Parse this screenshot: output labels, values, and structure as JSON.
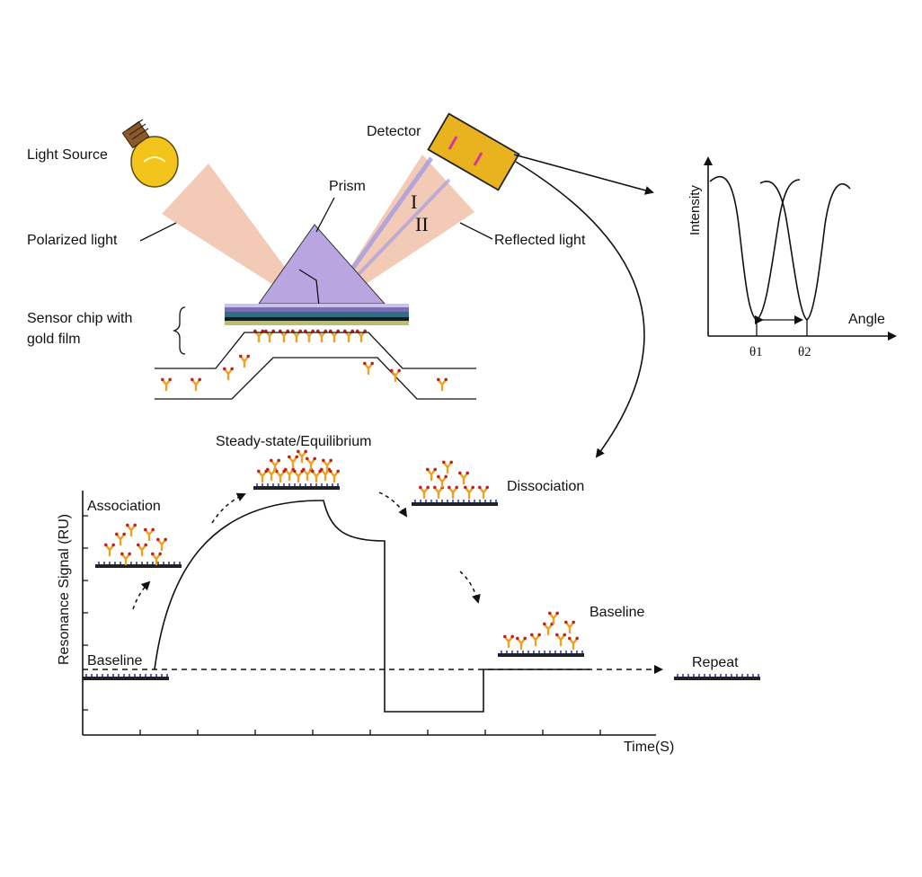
{
  "labels": {
    "light_source": "Light Source",
    "detector": "Detector",
    "prism": "Prism",
    "polarized_light": "Polarized light",
    "reflected_light": "Reflected light",
    "roman_one": "I",
    "roman_two": "II",
    "sensor_chip_line1": "Sensor chip with",
    "sensor_chip_line2": "gold film"
  },
  "intensity_plot": {
    "ylabel": "Intensity",
    "xlabel": "Angle",
    "theta1": "θ1",
    "theta2": "θ2"
  },
  "sensorgram": {
    "ylabel": "Resonance Signal (RU)",
    "xlabel": "Time(S)",
    "stages": {
      "association": "Association",
      "steady_state": "Steady-state/Equilibrium",
      "dissociation": "Dissociation",
      "baseline_left": "Baseline",
      "baseline_right": "Baseline",
      "repeat": "Repeat"
    }
  },
  "colors": {
    "beam": "#f2c4ae",
    "prism": "#b9a6e0",
    "bulb": "#f3c51c",
    "detector": "#e9b21f",
    "chip_top": "#7a6fb5",
    "chip_mid": "#2f6f86",
    "antibody_orange": "#f0a020",
    "antibody_red": "#c81e1e",
    "receptor_blue": "#2e3f9e"
  }
}
